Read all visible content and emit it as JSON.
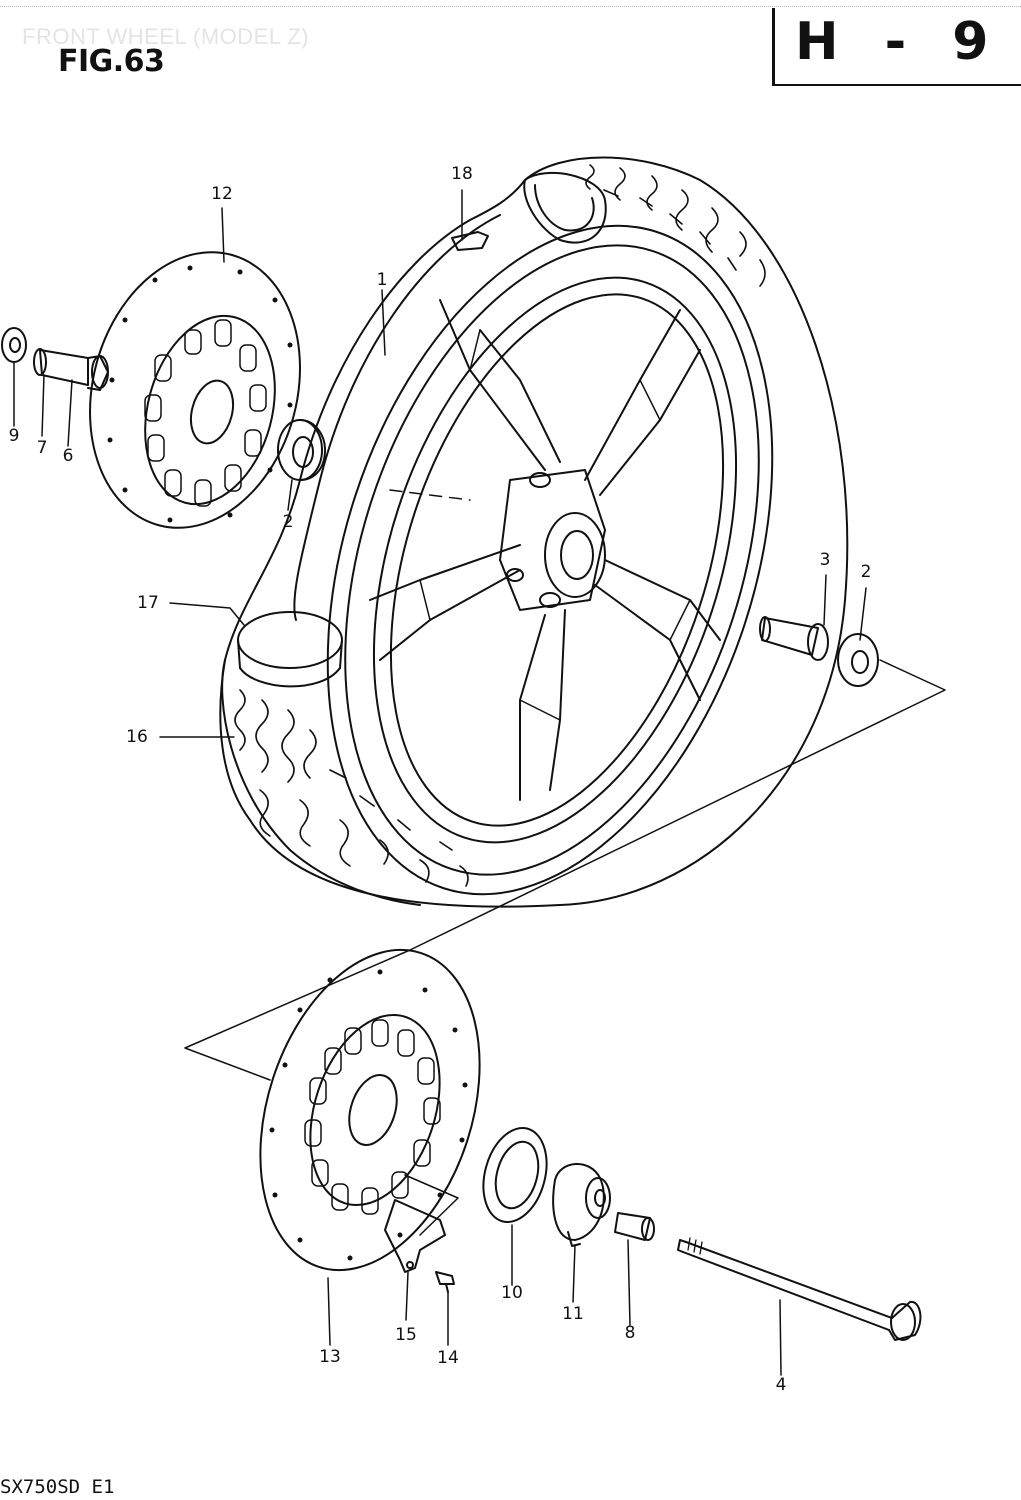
{
  "header": {
    "faint_title": "FRONT WHEEL (MODEL Z)",
    "figure_label": "FIG.63",
    "section_code": "H - 9"
  },
  "footer": {
    "model_code": "SX750SD E1"
  },
  "callouts": [
    {
      "id": "c1",
      "text": "1"
    },
    {
      "id": "c2a",
      "text": "2"
    },
    {
      "id": "c2b",
      "text": "2"
    },
    {
      "id": "c3",
      "text": "3"
    },
    {
      "id": "c4",
      "text": "4"
    },
    {
      "id": "c6",
      "text": "6"
    },
    {
      "id": "c7",
      "text": "7"
    },
    {
      "id": "c8",
      "text": "8"
    },
    {
      "id": "c9",
      "text": "9"
    },
    {
      "id": "c10",
      "text": "10"
    },
    {
      "id": "c11",
      "text": "11"
    },
    {
      "id": "c12",
      "text": "12"
    },
    {
      "id": "c13",
      "text": "13"
    },
    {
      "id": "c14",
      "text": "14"
    },
    {
      "id": "c15",
      "text": "15"
    },
    {
      "id": "c16",
      "text": "16"
    },
    {
      "id": "c17",
      "text": "17"
    },
    {
      "id": "c18",
      "text": "18"
    }
  ]
}
